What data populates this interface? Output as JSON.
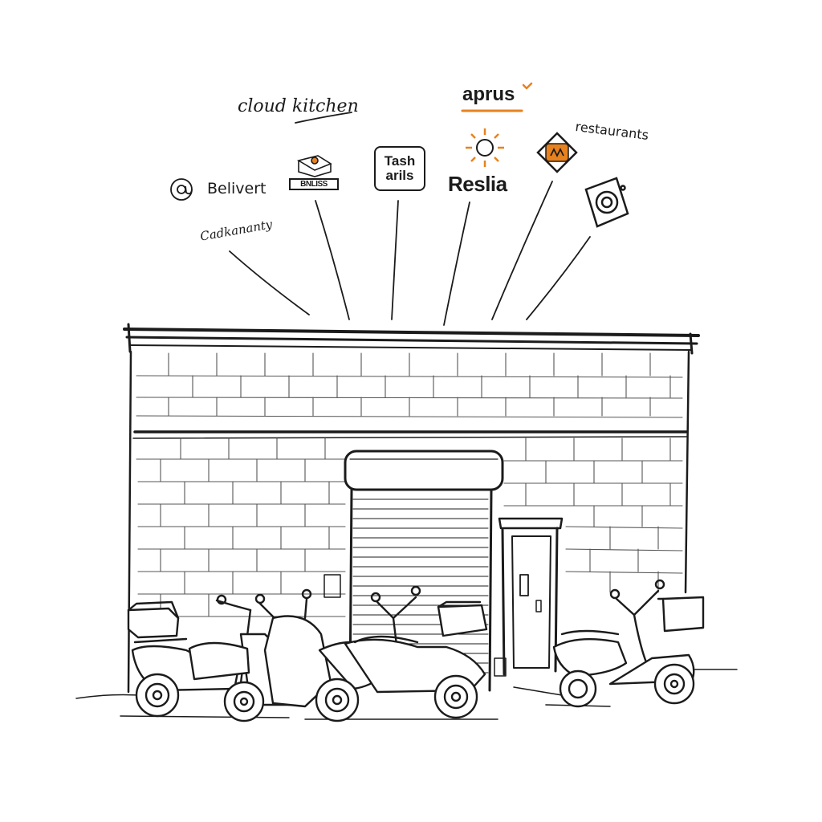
{
  "labels": {
    "cloud_kitchen": "cloud kitchen",
    "aprus": "aprus",
    "restaurants": "restaurants",
    "belivert": "Belivert",
    "cadkanty": "Cadkananty",
    "bliss": "BNLISS",
    "tash_line1": "Tash",
    "tash_line2": "arils",
    "reslia": "Reslia"
  },
  "colors": {
    "ink": "#1b1b1b",
    "accent_orange": "#e8821e",
    "paper": "#ffffff"
  },
  "icons": [
    "at-sign-icon",
    "box-logo-icon",
    "sun-logo-icon",
    "orange-diamond-logo-icon",
    "ring-logo-icon"
  ]
}
